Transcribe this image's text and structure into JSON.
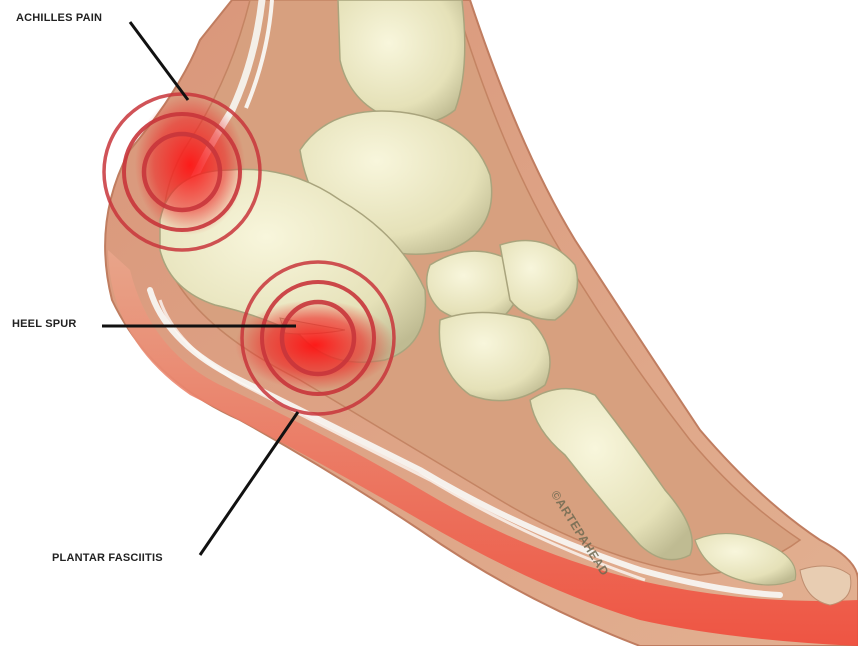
{
  "labels": {
    "achilles": "ACHILLES PAIN",
    "heel_spur": "HEEL SPUR",
    "plantar": "PLANTAR FASCIITIS"
  },
  "watermark": "©ARTEPAHEAD",
  "colors": {
    "skin": "#dba27f",
    "skin_dark": "#b9785b",
    "bone": "#ece9c4",
    "bone_shadow": "#b7b38b",
    "inflammation": "#e8161c",
    "ring": "#c8353b",
    "tendon": "#f4f0ea",
    "pointer": "#111111"
  }
}
